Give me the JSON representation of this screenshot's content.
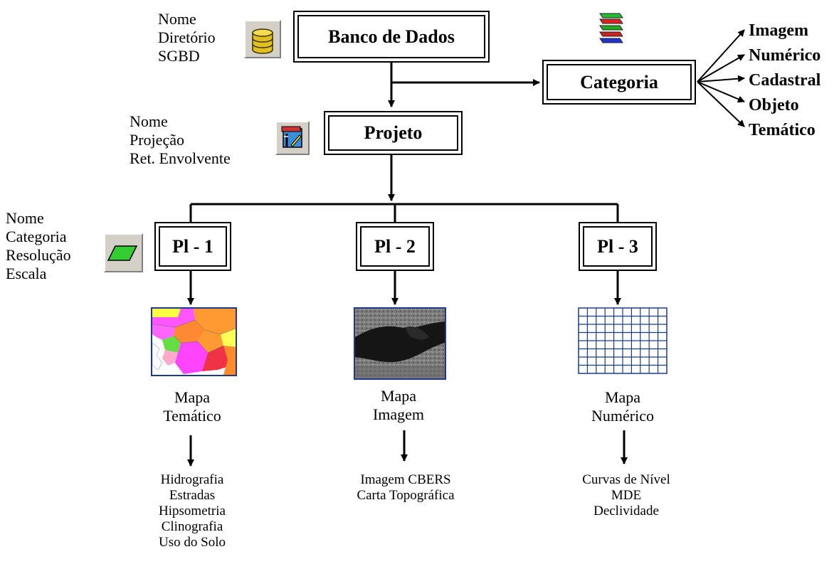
{
  "database": {
    "box_label": "Banco de Dados",
    "attributes": [
      "Nome",
      "Diretório",
      "SGBD"
    ],
    "icon": "database-icon"
  },
  "category": {
    "box_label": "Categoria",
    "icon": "layers-icon",
    "types": [
      "Imagem",
      "Numérico",
      "Cadastral",
      "Objeto",
      "Temático"
    ]
  },
  "project": {
    "box_label": "Projeto",
    "attributes": [
      "Nome",
      "Projeção",
      "Ret. Envolvente"
    ],
    "icon": "project-icon"
  },
  "plan": {
    "attributes": [
      "Nome",
      "Categoria",
      "Resolução",
      "Escala"
    ],
    "icon": "plan-icon"
  },
  "plans": [
    {
      "label": "Pl - 1",
      "map_title": [
        "Mapa",
        "Temático"
      ],
      "map_icon": "thematic-map-icon",
      "items": [
        "Hidrografia",
        "Estradas",
        "Hipsometria",
        "Clinografia",
        "Uso do Solo"
      ]
    },
    {
      "label": "Pl - 2",
      "map_title": [
        "Mapa",
        "Imagem"
      ],
      "map_icon": "satellite-image-icon",
      "items": [
        "Imagem CBERS",
        "Carta Topográfica"
      ]
    },
    {
      "label": "Pl - 3",
      "map_title": [
        "Mapa",
        "Numérico"
      ],
      "map_icon": "numeric-grid-icon",
      "items": [
        "Curvas de Nível",
        "MDE",
        "Declividade"
      ]
    }
  ]
}
